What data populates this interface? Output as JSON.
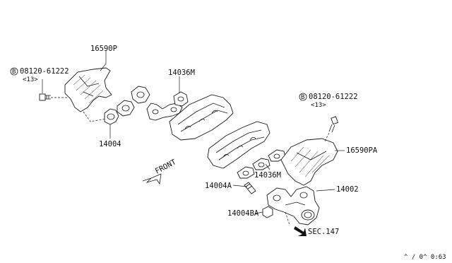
{
  "labels": {
    "p16590P": "16590P",
    "bolt_left_code": "08120-61222",
    "bolt_left_qty": "<13>",
    "p14036M_top": "14036M",
    "p14004": "14004",
    "bolt_right_code": "08120-61222",
    "bolt_right_qty": "<13>",
    "p16590PA": "16590PA",
    "front": "FRONT",
    "p14036M_bottom": "14036M",
    "p14004A": "14004A",
    "p14002": "14002",
    "p14004BA": "14004BA",
    "sec": "SEC.147",
    "ref_code": "^ / 0^ 0:63",
    "bolt_symbol": "B"
  }
}
